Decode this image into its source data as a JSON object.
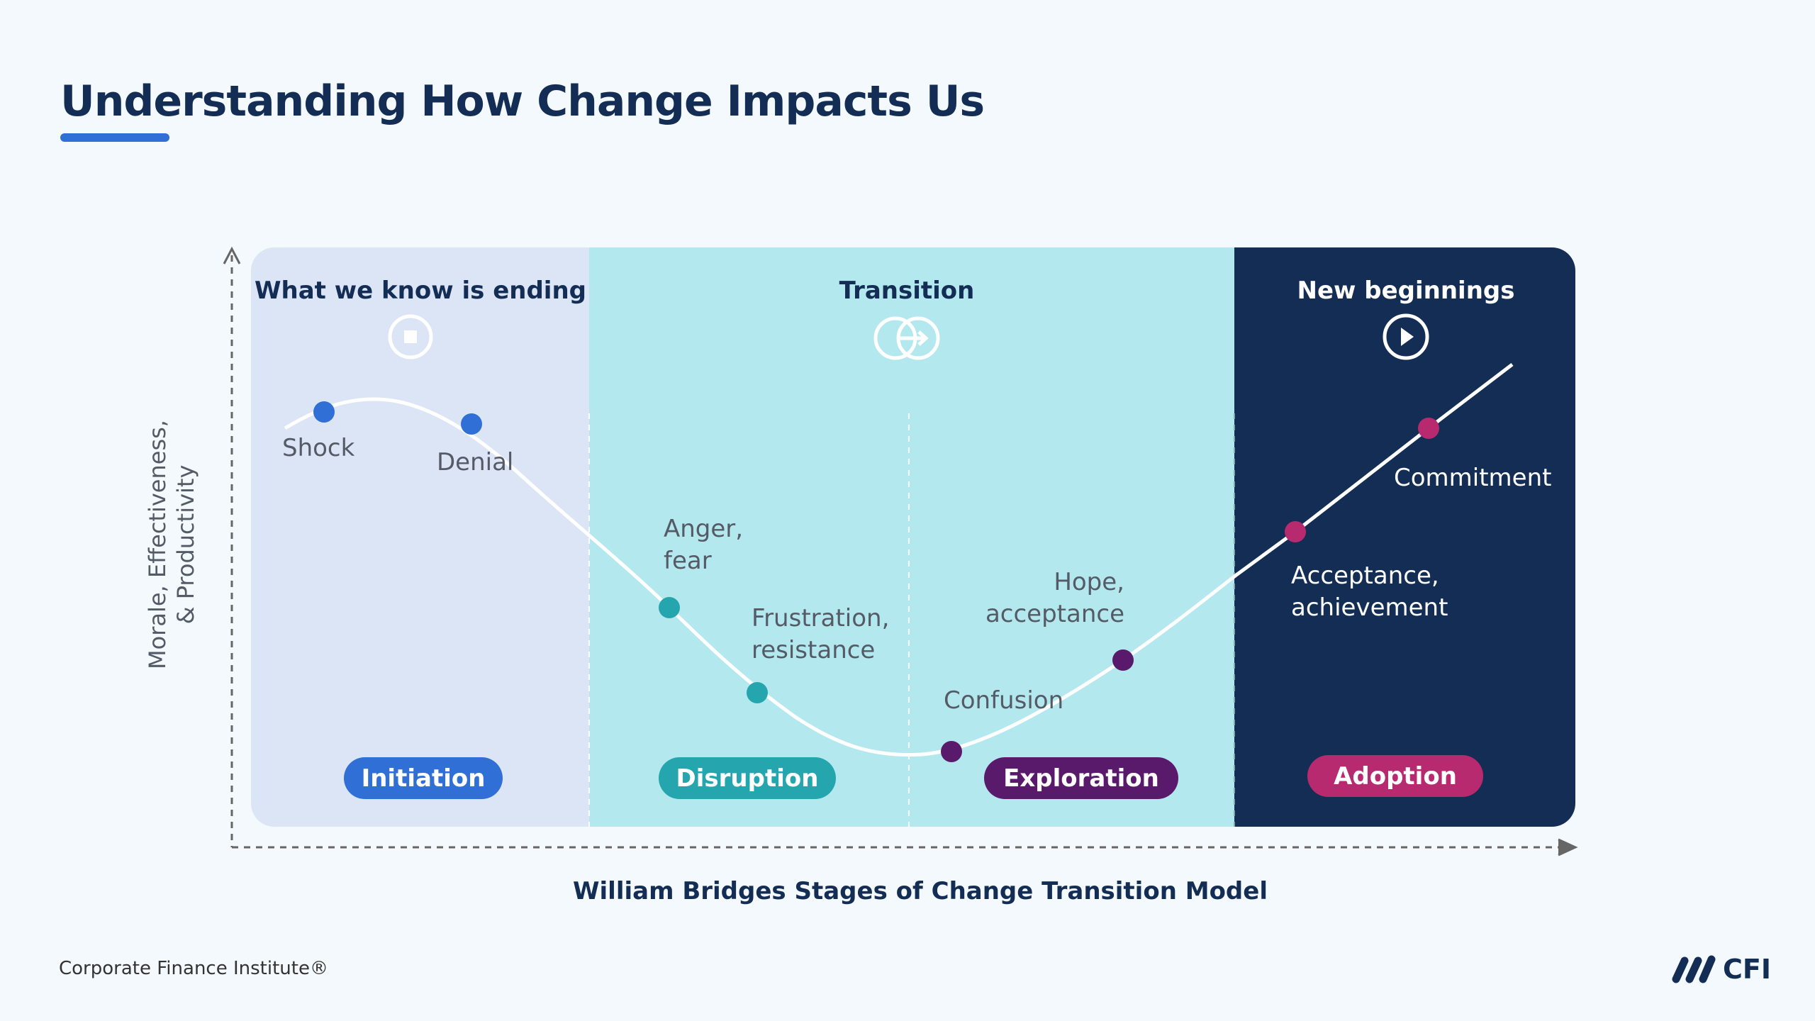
{
  "title": "Understanding How Change Impacts Us",
  "sections": [
    {
      "heading": "What we know is ending",
      "icon": "stop-circle-icon"
    },
    {
      "heading": "Transition",
      "icon": "overlapping-circles-arrow-icon"
    },
    {
      "heading": "New beginnings",
      "icon": "play-circle-icon"
    }
  ],
  "stages": [
    {
      "label": "Initiation",
      "color": "#2f6fd6"
    },
    {
      "label": "Disruption",
      "color": "#25a5ad"
    },
    {
      "label": "Exploration",
      "color": "#5a1a6b"
    },
    {
      "label": "Adoption",
      "color": "#b82a6f"
    }
  ],
  "points": [
    {
      "line1": "Shock",
      "line2": "",
      "stage": 0
    },
    {
      "line1": "Denial",
      "line2": "",
      "stage": 0
    },
    {
      "line1": "Anger,",
      "line2": "fear",
      "stage": 1
    },
    {
      "line1": "Frustration,",
      "line2": "resistance",
      "stage": 1
    },
    {
      "line1": "Confusion",
      "line2": "",
      "stage": 2
    },
    {
      "line1": "Hope,",
      "line2": "acceptance",
      "stage": 2
    },
    {
      "line1": "Acceptance,",
      "line2": "achievement",
      "stage": 3
    },
    {
      "line1": "Commitment",
      "line2": "",
      "stage": 3
    }
  ],
  "y_axis_label": {
    "line1": "Morale, Effectiveness,",
    "line2": "& Productivity"
  },
  "x_axis_label": "William Bridges Stages of Change Transition Model",
  "footer": "Corporate Finance Institute®",
  "logo_text": "CFI",
  "colors": {
    "navy": "#132d55",
    "ending_bg": "#dce5f6",
    "transition_bg": "#b3e8ee"
  }
}
